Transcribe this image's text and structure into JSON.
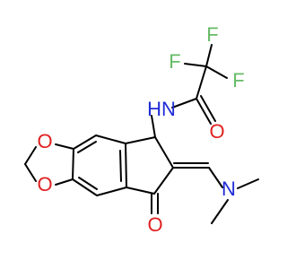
{
  "molecule": {
    "atoms": {
      "f_top": "F",
      "f_left": "F",
      "f_right": "F",
      "nh": "HN",
      "o_amide": "O",
      "o_dioxole_top": "O",
      "o_dioxole_bottom": "O",
      "n_amine": "N",
      "o_ketone": "O"
    },
    "colors": {
      "fluorine": "#66bb66",
      "nitrogen": "#1e2bd6",
      "oxygen": "#e02020",
      "bond": "#000000"
    }
  }
}
